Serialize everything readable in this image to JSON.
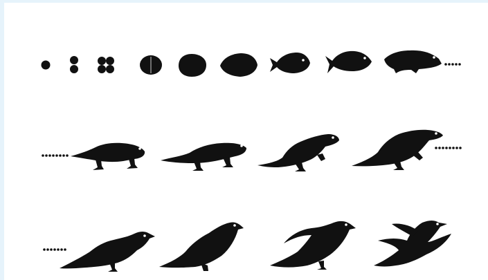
{
  "figure": {
    "rows": [
      {
        "stages": [
          "single-cell",
          "two-cell",
          "four-cell",
          "eight-cell",
          "morula",
          "early-fish",
          "fish",
          "fish",
          "fish"
        ],
        "continuation_dots": "trailing"
      },
      {
        "stages": [
          "amphibian",
          "reptile",
          "reptile",
          "reptile"
        ],
        "continuation_dots": "both"
      },
      {
        "stages": [
          "bird",
          "bird",
          "bird-taking-off",
          "bird-flying"
        ],
        "continuation_dots": "leading"
      }
    ],
    "colors": {
      "silhouette": "#111111",
      "background": "#ffffff",
      "border": "#e6f3fb"
    }
  }
}
